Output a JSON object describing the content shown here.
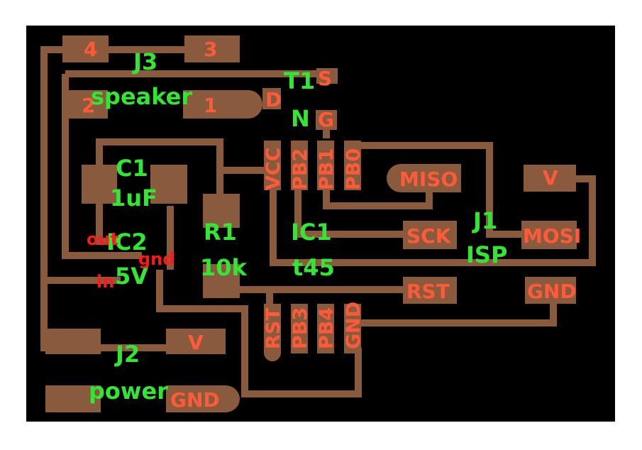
{
  "colors": {
    "board": "#000000",
    "copper": "#8a5a3c",
    "pin_text": "#ff5a3a",
    "part_text": "#33e633",
    "net_text": "#ff1a1a"
  },
  "j3": {
    "ref": "J3",
    "value": "speaker",
    "pins": [
      "4",
      "3",
      "2",
      "1"
    ]
  },
  "t1": {
    "ref": "T1",
    "value": "N",
    "pins": [
      "S",
      "D",
      "G"
    ]
  },
  "c1": {
    "ref": "C1",
    "value": "1uF"
  },
  "ic2": {
    "ref": "IC2",
    "value": "5V",
    "pins": [
      "out",
      "gnd",
      "in"
    ]
  },
  "r1": {
    "ref": "R1",
    "value": "10k"
  },
  "ic1": {
    "ref": "IC1",
    "value": "t45",
    "pins_top": [
      "VCC",
      "PB2",
      "PB1",
      "PB0"
    ],
    "pins_bottom": [
      "RST",
      "PB3",
      "PB4",
      "GND"
    ]
  },
  "j1": {
    "ref": "J1",
    "value": "ISP",
    "pins": [
      "MISO",
      "V",
      "SCK",
      "MOSI",
      "RST",
      "GND"
    ]
  },
  "j2": {
    "ref": "J2",
    "value": "power",
    "pins": [
      "V",
      "GND"
    ]
  }
}
